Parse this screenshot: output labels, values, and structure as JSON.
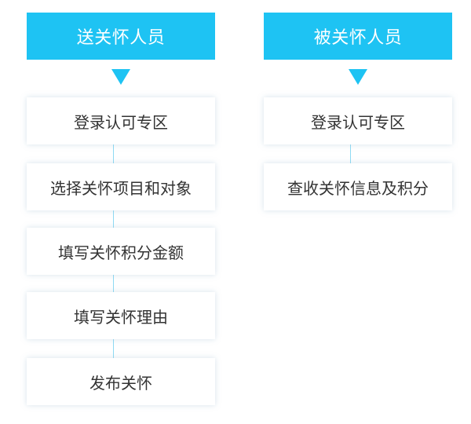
{
  "colors": {
    "header_bg": "#1ec3f3",
    "header_text": "#ffffff",
    "step_text": "#333333",
    "connector": "#8fdaf3"
  },
  "sender": {
    "title": "送关怀人员",
    "steps": [
      {
        "label": "登录认可专区"
      },
      {
        "label": "选择关怀项目和对象"
      },
      {
        "label": "填写关怀积分金额"
      },
      {
        "label": "填写关怀理由"
      },
      {
        "label": "发布关怀"
      }
    ]
  },
  "receiver": {
    "title": "被关怀人员",
    "steps": [
      {
        "label": "登录认可专区"
      },
      {
        "label": "查收关怀信息及积分"
      }
    ]
  }
}
